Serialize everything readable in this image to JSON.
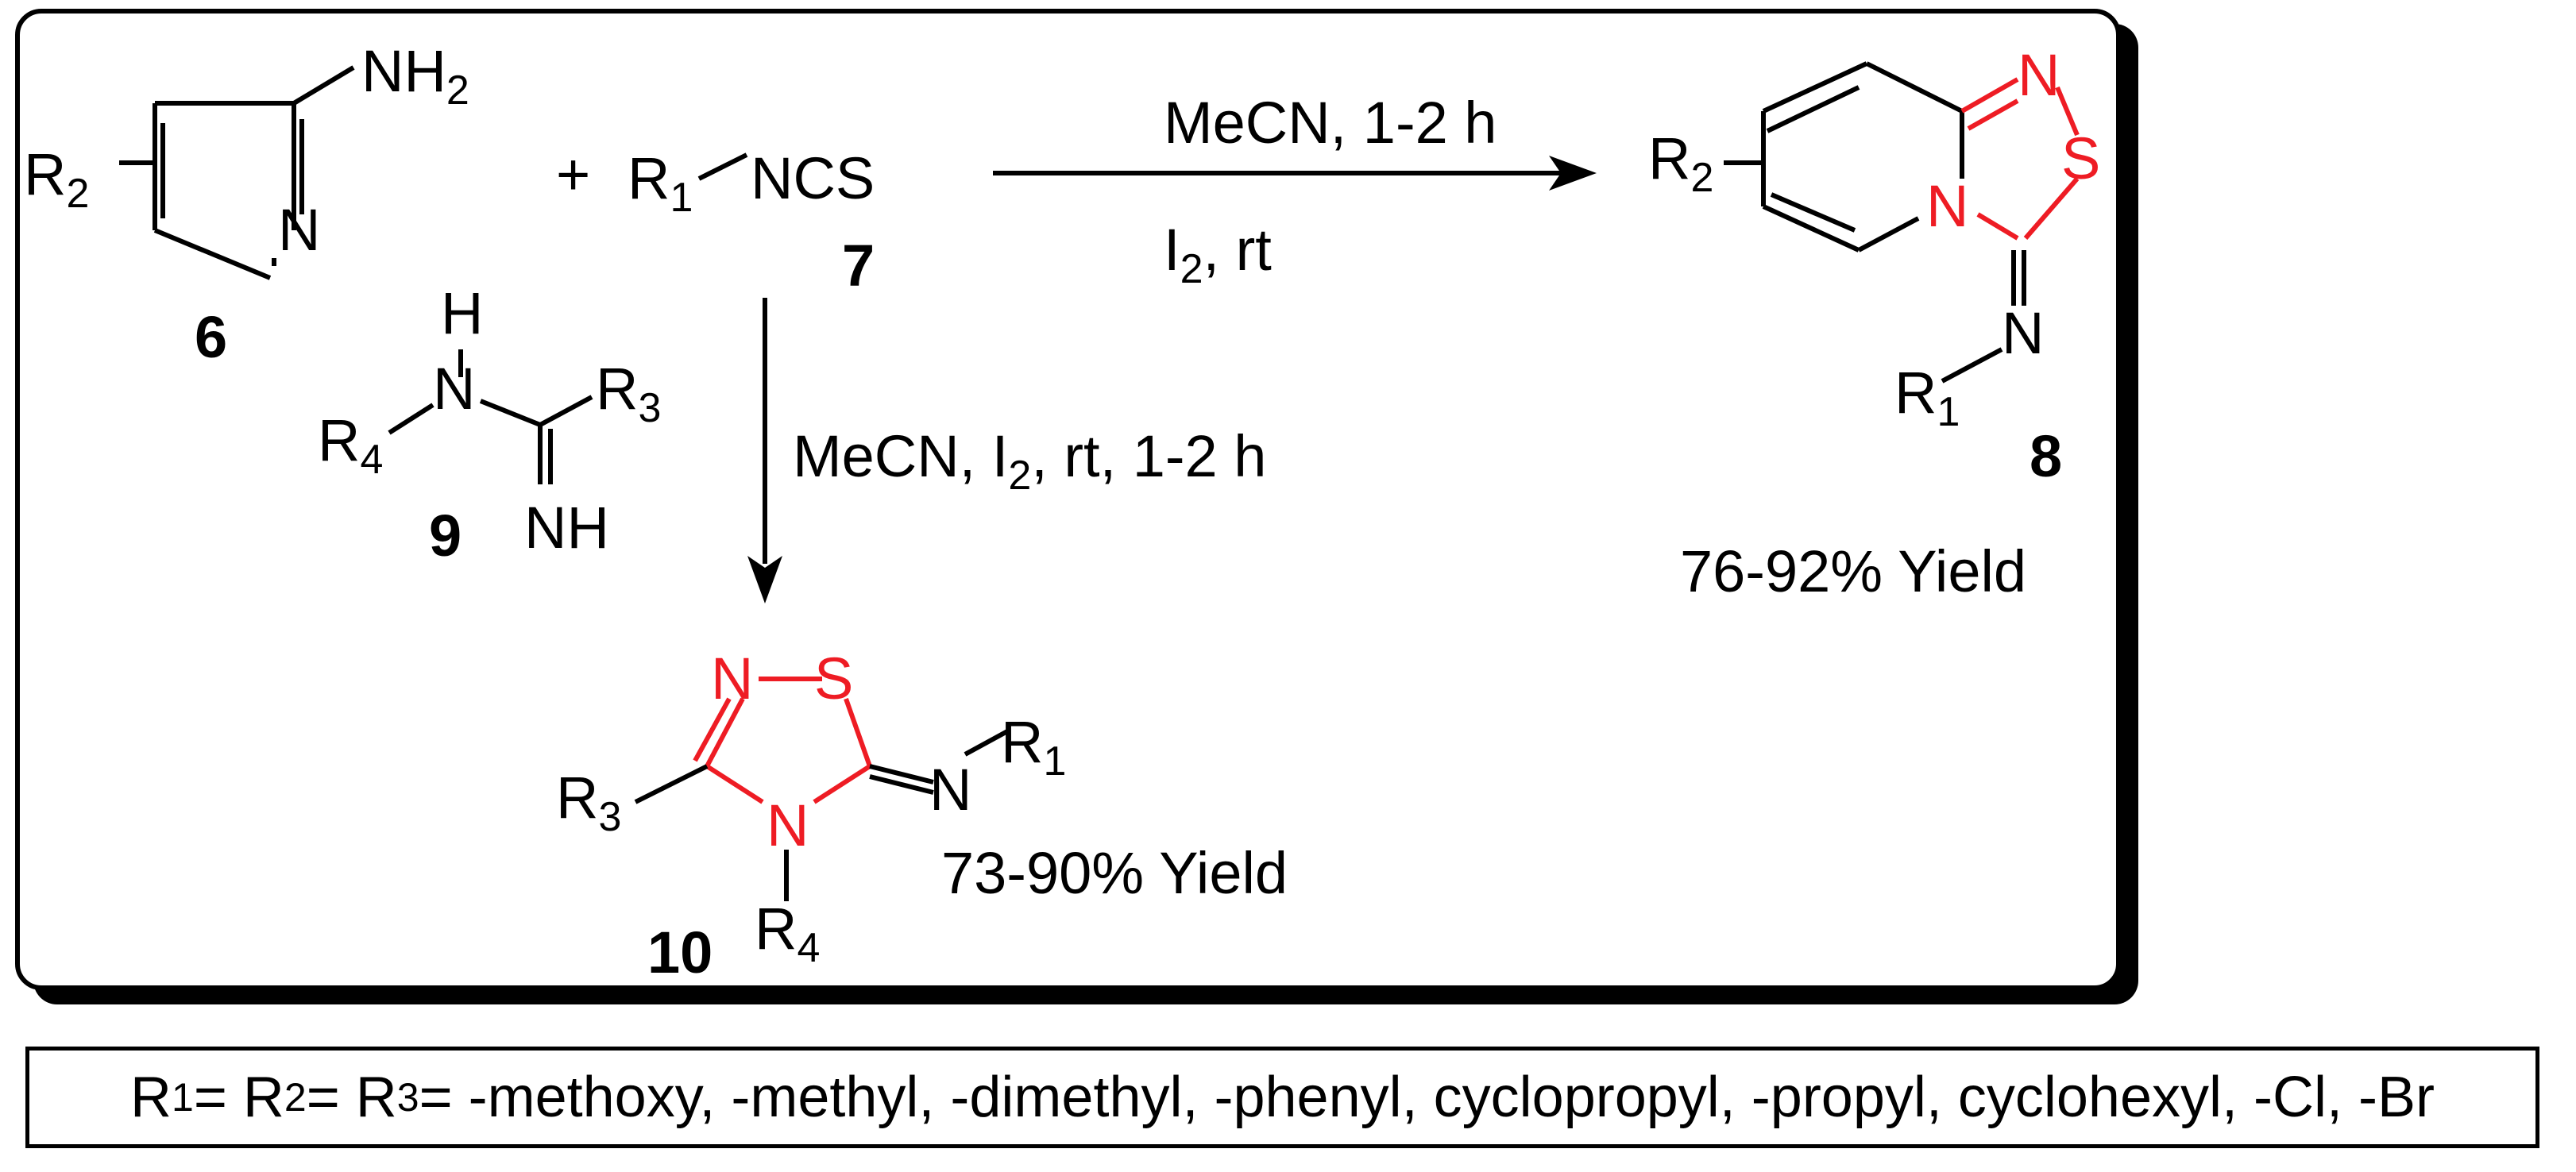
{
  "reactant_6": {
    "substituent": "R",
    "substituent_sub": "2",
    "amine": "NH",
    "amine_sub": "2",
    "ring_n": "N",
    "label": "6"
  },
  "reactant_7": {
    "plus": "+",
    "r": "R",
    "r_sub": "1",
    "group": "NCS",
    "label": "7"
  },
  "reactant_9": {
    "h": "H",
    "n": "N",
    "r3": "R",
    "r3_sub": "3",
    "r4": "R",
    "r4_sub": "4",
    "imine": "NH",
    "label": "9"
  },
  "arrow_right": {
    "condition_top": "MeCN, 1-2 h",
    "condition_bottom_i": "I",
    "condition_bottom_sub": "2",
    "condition_bottom_rest": ", rt"
  },
  "arrow_down": {
    "condition_a": "MeCN, I",
    "condition_sub": "2",
    "condition_b": ", rt, 1-2 h"
  },
  "product_8": {
    "r2": "R",
    "r2_sub": "2",
    "n_top": "N",
    "s": "S",
    "n_ring": "N",
    "n_exo": "N",
    "r1": "R",
    "r1_sub": "1",
    "label": "8",
    "yield": "76-92% Yield"
  },
  "product_10": {
    "n_ring": "N",
    "s": "S",
    "n4": "N",
    "r3": "R",
    "r3_sub": "3",
    "r4": "R",
    "r4_sub": "4",
    "n_exo": "N",
    "r1": "R",
    "r1_sub": "1",
    "label": "10",
    "yield": "73-90% Yield"
  },
  "footnote": {
    "r1": "R",
    "r1_sub": "1",
    "eq1": " = R",
    "r2_sub": "2",
    "eq2": " = R",
    "r3_sub": "3",
    "rest": " = -methoxy, -methyl, -dimethyl, -phenyl, cyclopropyl, -propyl, cyclohexyl, -Cl, -Br"
  },
  "colors": {
    "heteroatom_ring": "#ee1c24",
    "ink": "#000000",
    "background": "#ffffff"
  }
}
